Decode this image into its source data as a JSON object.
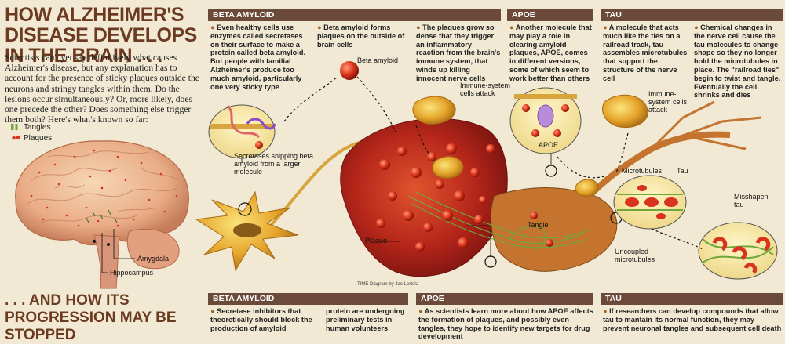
{
  "title": "HOW ALZHEIMER'S DISEASE DEVELOPS IN THE BRAIN . . .",
  "intro": "Scientists can't yet say definitively what causes Alzheimer's disease, but any explanation has to account for the presence of sticky plaques outside the neurons and stringy tangles within them. Do the lesions occur simultaneously? Or, more likely, does one precede the other? Does something else trigger them both? Here's what's known so far:",
  "legend": {
    "tangles": "Tangles",
    "plaques": "Plaques"
  },
  "brain_labels": {
    "amygdala": "Amygdala",
    "hippocampus": "Hippocampus"
  },
  "sections_top": {
    "beta_amyloid": {
      "header": "BETA AMYLOID",
      "col1": "Even healthy cells use enzymes called secretases on their surface to make a protein called beta amyloid. But people with familial Alzheimer's produce too much amyloid, particularly one very sticky type",
      "col2": "Beta amyloid forms plaques on the outside of brain cells",
      "col3": "The plaques grow so dense that they trigger an inflammatory reaction from the brain's immune system, that winds up killing innocent nerve cells"
    },
    "apoe": {
      "header": "APOE",
      "col1": "Another molecule that may play a role in clearing amyloid plaques, APOE, comes in different versions, some of which seem to work better than others"
    },
    "tau": {
      "header": "TAU",
      "col1": "A molecule that acts much like the ties on a railroad track, tau assembles microtubules that support the structure of the nerve cell",
      "col2": "Chemical changes in the nerve cell cause the tau molecules to change shape so they no longer hold the microtubules in place. The \"railroad ties\" begin to twist and tangle. Eventually the cell shrinks and dies"
    }
  },
  "diagram_labels": {
    "beta_amyloid": "Beta amyloid",
    "immune1": "Immune-system cells attack",
    "immune2": "Immune-system cells attack",
    "secretases": "Secretases snipping beta amyloid from a larger molecule",
    "apoe": "APOE",
    "microtubules": "Microtubules",
    "tau": "Tau",
    "misshapen": "Misshapen tau",
    "tangle": "Tangle",
    "plaque": "Plaque",
    "uncoupled": "Uncoupled microtubules",
    "credit": "TIME Diagram by Joe Lertola"
  },
  "bottom_title": ". . . AND HOW ITS PROGRESSION MAY BE STOPPED",
  "sections_bottom": {
    "beta_amyloid": {
      "header": "BETA AMYLOID",
      "col1": "Secretase inhibitors that theoretically should block the production of amyloid",
      "col2": "protein are undergoing preliminary tests in human volunteers"
    },
    "apoe": {
      "header": "APOE",
      "col1": "As scientists learn more about how APOE affects the formation of plaques, and possibly even tangles, they hope to identify new targets for drug development"
    },
    "tau": {
      "header": "TAU",
      "col1": "If researchers can develop compounds that allow tau to mantain its normal function, they may prevent neuronal tangles and subsequent cell death"
    }
  },
  "colors": {
    "header_bg": "#6b4a3a",
    "title": "#6b3a20",
    "background": "#f1e9d3",
    "plaque_red": "#d8331c",
    "neuron_yellow": "#e6a52c",
    "tangle_green": "#6fa83a"
  }
}
